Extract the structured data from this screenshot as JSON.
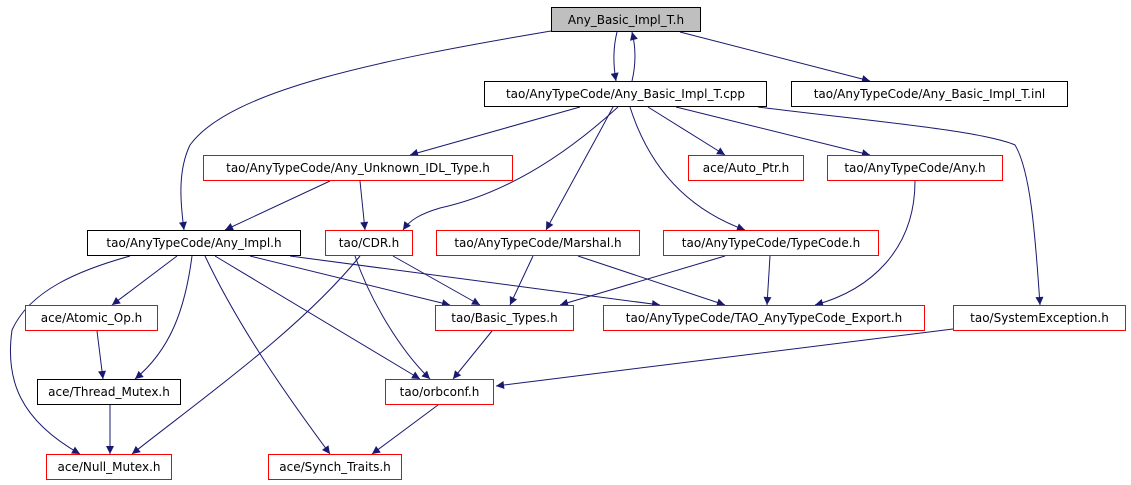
{
  "diagram": {
    "type": "include-dependency-graph",
    "colors": {
      "edge": "#191970",
      "node_border_documented": "#000000",
      "node_border_undocumented": "#ff0000",
      "root_fill": "#bfbfbf"
    },
    "nodes": [
      {
        "id": "root",
        "label": "Any_Basic_Impl_T.h",
        "kind": "root"
      },
      {
        "id": "cpp",
        "label": "tao/AnyTypeCode/Any_Basic_Impl_T.cpp",
        "kind": "documented"
      },
      {
        "id": "inl",
        "label": "tao/AnyTypeCode/Any_Basic_Impl_T.inl",
        "kind": "documented"
      },
      {
        "id": "unknown",
        "label": "tao/AnyTypeCode/Any_Unknown_IDL_Type.h",
        "kind": "undocumented"
      },
      {
        "id": "autoptr",
        "label": "ace/Auto_Ptr.h",
        "kind": "undocumented"
      },
      {
        "id": "any",
        "label": "tao/AnyTypeCode/Any.h",
        "kind": "undocumented"
      },
      {
        "id": "anyimpl",
        "label": "tao/AnyTypeCode/Any_Impl.h",
        "kind": "documented"
      },
      {
        "id": "cdr",
        "label": "tao/CDR.h",
        "kind": "undocumented"
      },
      {
        "id": "marshal",
        "label": "tao/AnyTypeCode/Marshal.h",
        "kind": "undocumented"
      },
      {
        "id": "typecode",
        "label": "tao/AnyTypeCode/TypeCode.h",
        "kind": "undocumented"
      },
      {
        "id": "atomic",
        "label": "ace/Atomic_Op.h",
        "kind": "undocumented"
      },
      {
        "id": "basic",
        "label": "tao/Basic_Types.h",
        "kind": "undocumented"
      },
      {
        "id": "export",
        "label": "tao/AnyTypeCode/TAO_AnyTypeCode_Export.h",
        "kind": "undocumented"
      },
      {
        "id": "sysexc",
        "label": "tao/SystemException.h",
        "kind": "undocumented"
      },
      {
        "id": "threadmutex",
        "label": "ace/Thread_Mutex.h",
        "kind": "documented"
      },
      {
        "id": "orbconf",
        "label": "tao/orbconf.h",
        "kind": "undocumented"
      },
      {
        "id": "nullmutex",
        "label": "ace/Null_Mutex.h",
        "kind": "undocumented"
      },
      {
        "id": "synch",
        "label": "ace/Synch_Traits.h",
        "kind": "undocumented"
      }
    ],
    "edges": [
      [
        "root",
        "cpp"
      ],
      [
        "cpp",
        "root"
      ],
      [
        "root",
        "inl"
      ],
      [
        "root",
        "anyimpl"
      ],
      [
        "cpp",
        "unknown"
      ],
      [
        "cpp",
        "autoptr"
      ],
      [
        "cpp",
        "any"
      ],
      [
        "cpp",
        "cdr"
      ],
      [
        "cpp",
        "marshal"
      ],
      [
        "cpp",
        "typecode"
      ],
      [
        "cpp",
        "sysexc"
      ],
      [
        "unknown",
        "anyimpl"
      ],
      [
        "unknown",
        "cdr"
      ],
      [
        "any",
        "export"
      ],
      [
        "anyimpl",
        "atomic"
      ],
      [
        "anyimpl",
        "threadmutex"
      ],
      [
        "anyimpl",
        "nullmutex"
      ],
      [
        "anyimpl",
        "synch"
      ],
      [
        "anyimpl",
        "orbconf"
      ],
      [
        "anyimpl",
        "basic"
      ],
      [
        "anyimpl",
        "export"
      ],
      [
        "cdr",
        "basic"
      ],
      [
        "cdr",
        "orbconf"
      ],
      [
        "cdr",
        "nullmutex"
      ],
      [
        "marshal",
        "basic"
      ],
      [
        "marshal",
        "export"
      ],
      [
        "typecode",
        "basic"
      ],
      [
        "typecode",
        "export"
      ],
      [
        "atomic",
        "threadmutex"
      ],
      [
        "threadmutex",
        "nullmutex"
      ],
      [
        "basic",
        "orbconf"
      ],
      [
        "sysexc",
        "orbconf"
      ],
      [
        "orbconf",
        "synch"
      ]
    ]
  }
}
